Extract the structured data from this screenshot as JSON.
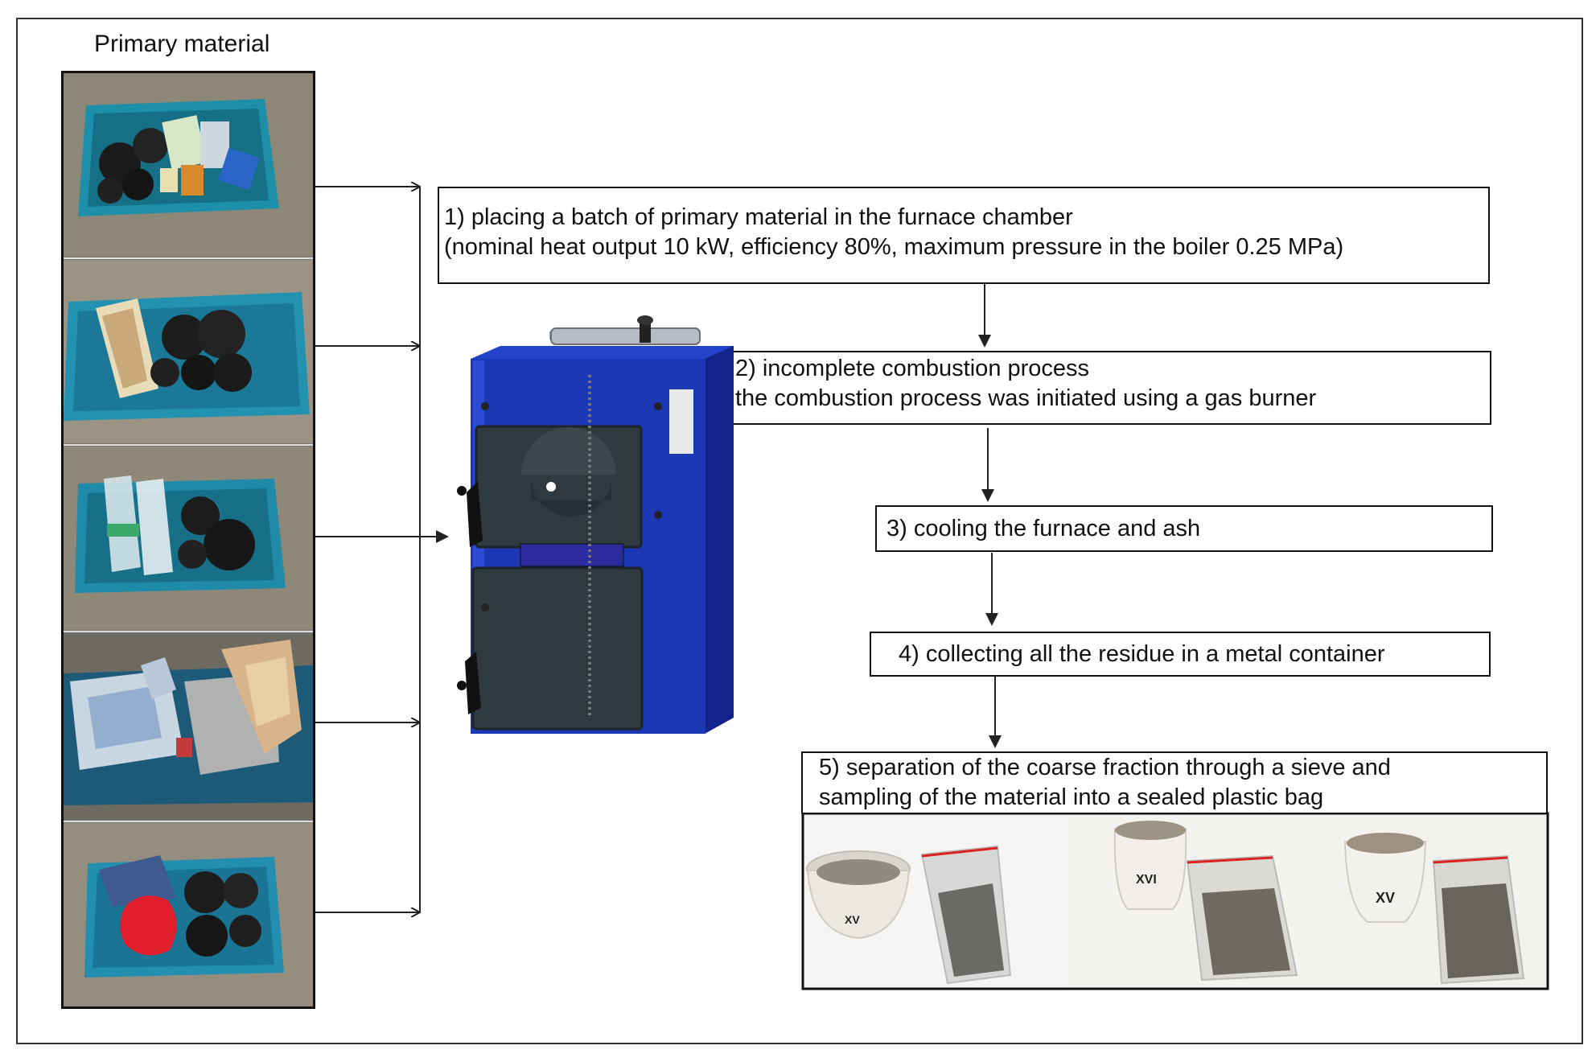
{
  "primary_title": "Primary material",
  "material_photos": [
    {
      "label": "basket-coal-plastic-wrappers"
    },
    {
      "label": "basket-wood-coal"
    },
    {
      "label": "basket-plastic-bottles-coal"
    },
    {
      "label": "basket-paper-cardboard"
    },
    {
      "label": "basket-textiles-coal"
    }
  ],
  "steps": {
    "s1": {
      "line1": "1) placing a batch of primary material in the furnace chamber",
      "line2": "(nominal heat output 10 kW, efficiency 80%, maximum pressure in the boiler 0.25 MPa)"
    },
    "s2": {
      "line1": "2) incomplete combustion process",
      "line2": " the combustion process was initiated using a gas burner"
    },
    "s3": {
      "line1": "3) cooling the furnace and ash"
    },
    "s4": {
      "line1": "4) collecting all the residue in a metal container"
    },
    "s5": {
      "line1": "5) separation of the coarse fraction through a sieve and",
      "line2": "sampling of the material into a sealed plastic bag"
    }
  },
  "sample_labels": [
    "XV",
    "XVI",
    "XV"
  ],
  "colors": {
    "boiler_blue": "#1b37b4",
    "door_dark": "#2f3a3f",
    "border": "#111111"
  }
}
